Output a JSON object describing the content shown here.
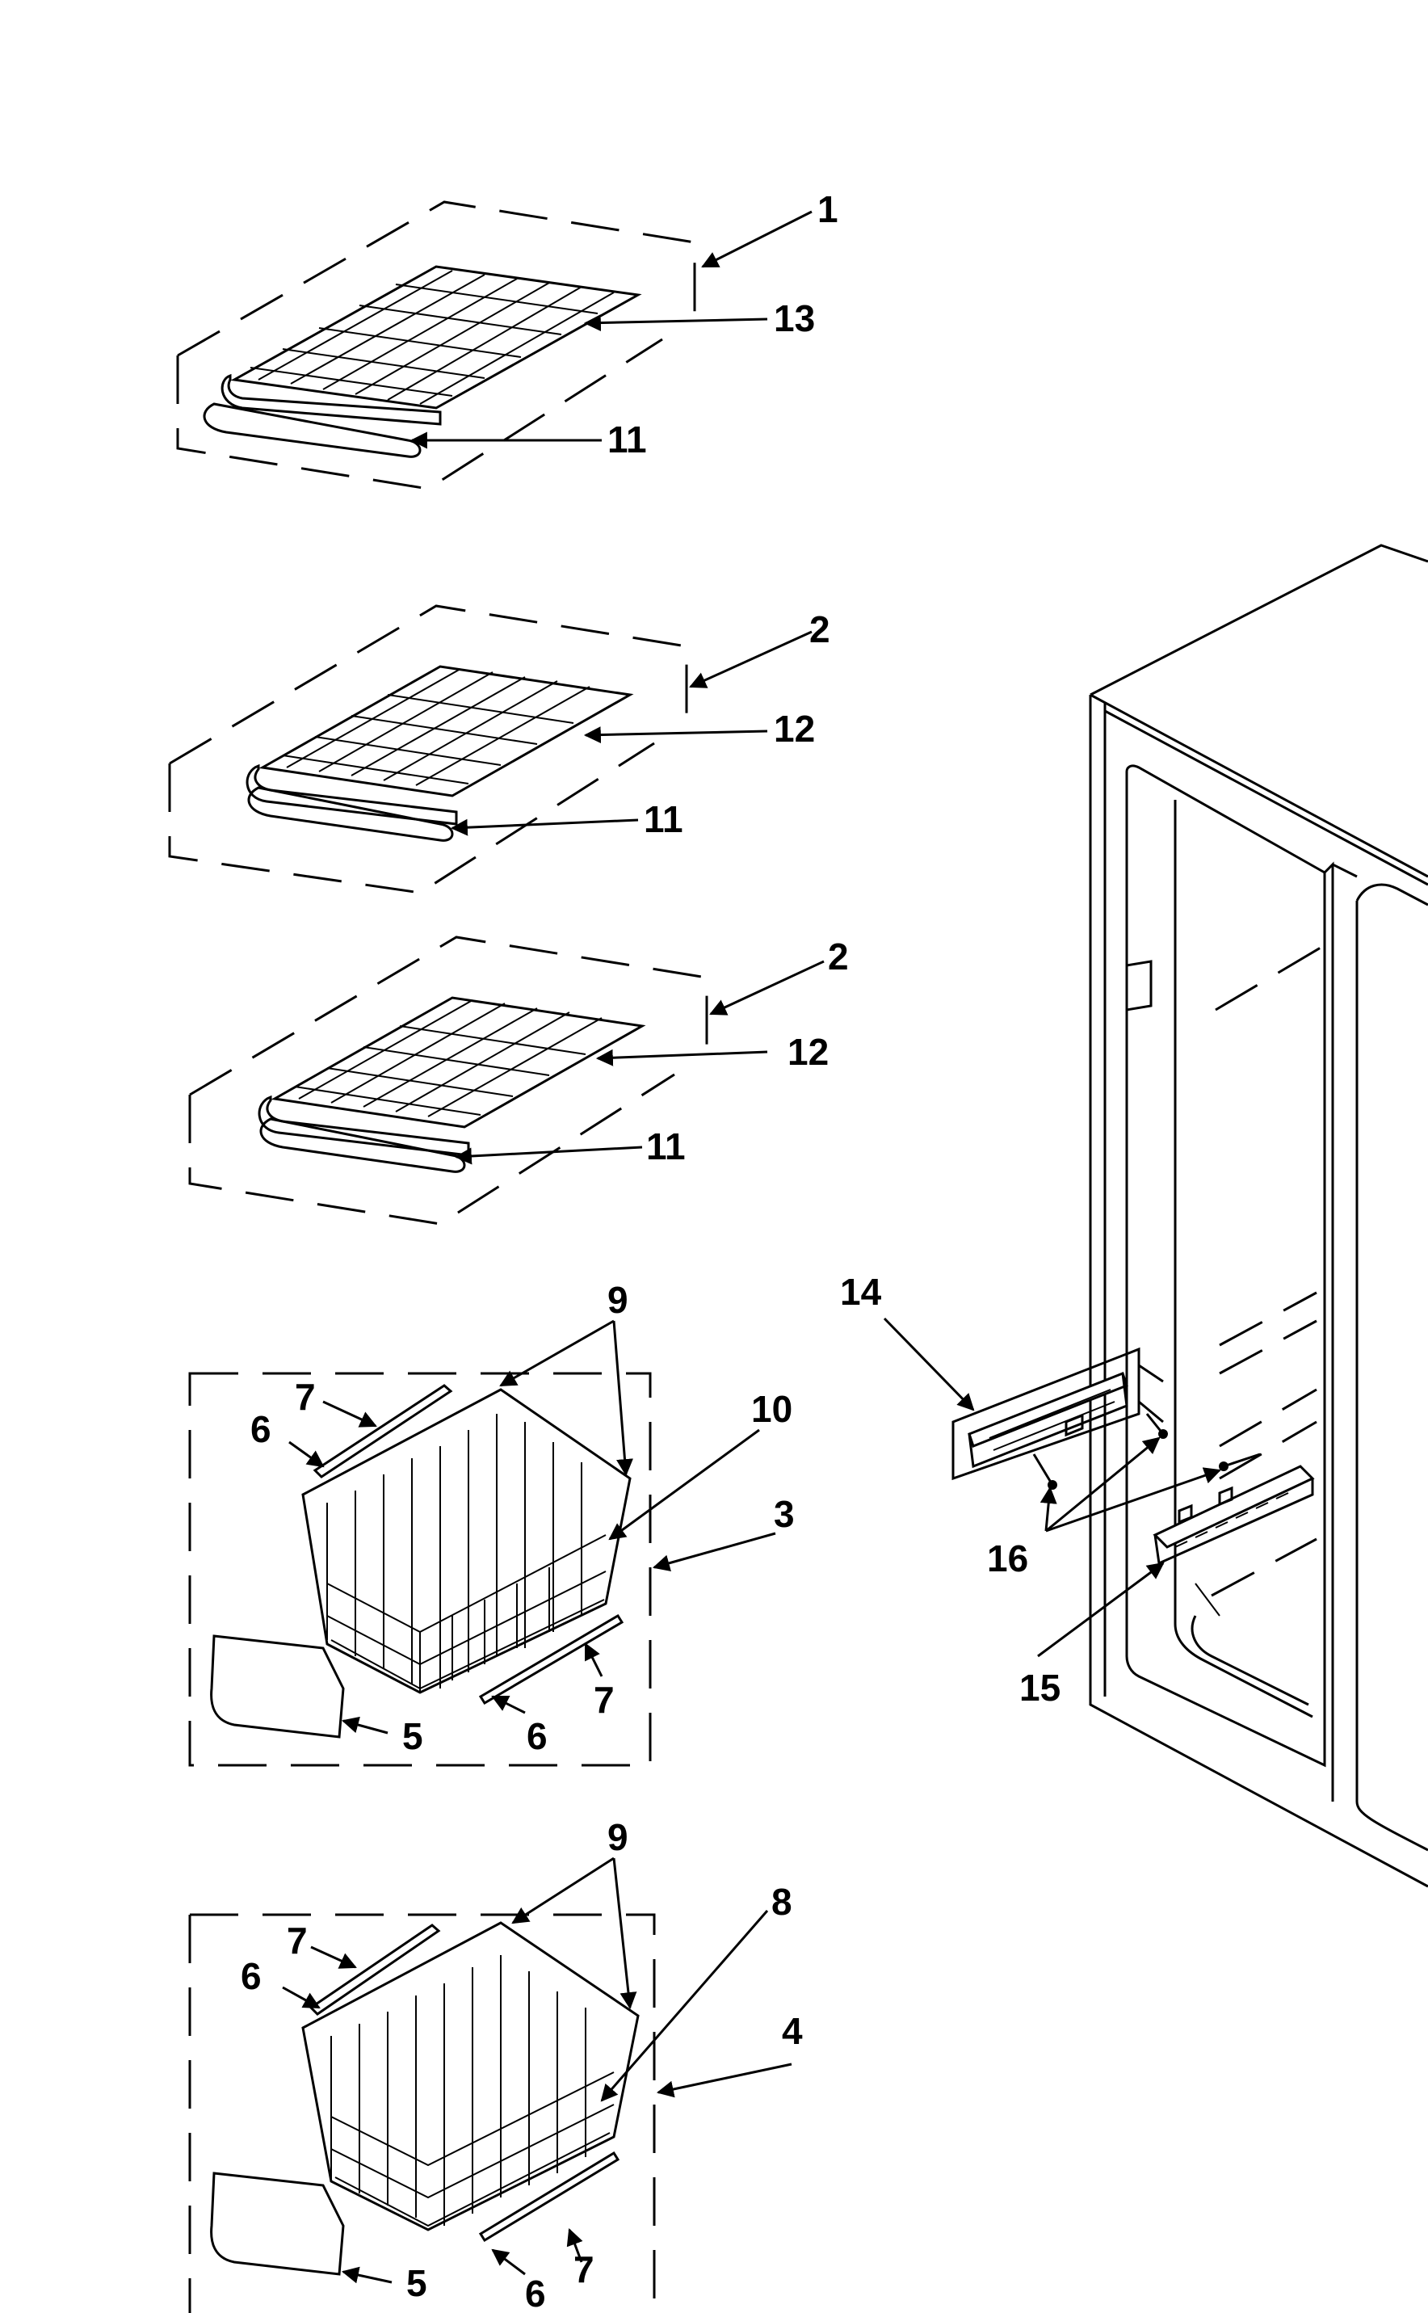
{
  "diagram": {
    "callouts": {
      "c1": "1",
      "c13": "13",
      "c11a": "11",
      "c2a": "2",
      "c12a": "12",
      "c11b": "11",
      "c2b": "2",
      "c12b": "12",
      "c11c": "11",
      "c9a": "9",
      "c7a": "7",
      "c10": "10",
      "c6a": "6",
      "c3": "3",
      "c7b": "7",
      "c5a": "5",
      "c6b": "6",
      "c14": "14",
      "c16": "16",
      "c15": "15",
      "c9b": "9",
      "c8": "8",
      "c7c": "7",
      "c6c": "6",
      "c4": "4",
      "c5b": "5",
      "c6d": "6",
      "c7d": "7"
    }
  }
}
